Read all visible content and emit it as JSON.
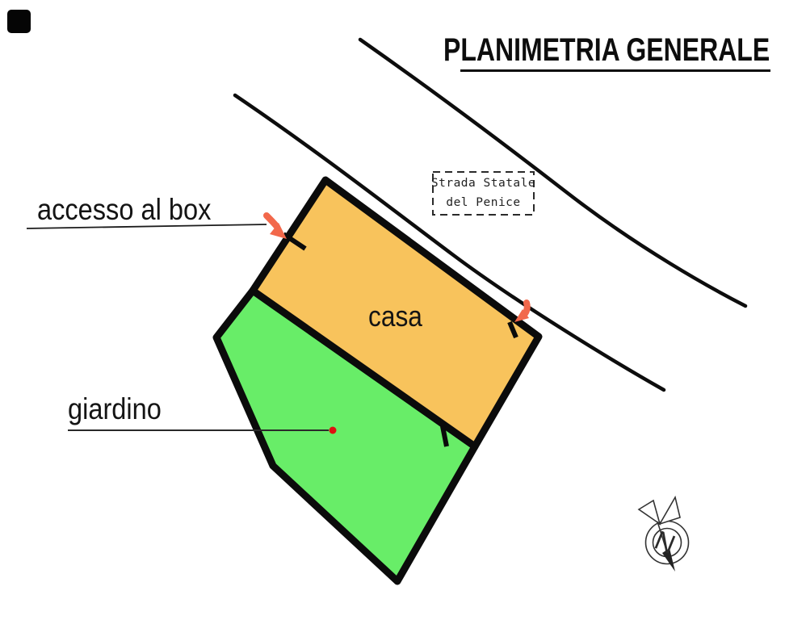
{
  "title": "PLANIMETRIA GENERALE",
  "labels": {
    "accesso": "accesso al box",
    "casa": "casa",
    "giardino": "giardino"
  },
  "road_sign": {
    "line1": "Strada Statale",
    "line2": "del Penice"
  },
  "compass": {
    "north": "N"
  },
  "colors": {
    "house_fill": "#F8C35C",
    "garden_fill": "#68ED68",
    "arrow": "#F2684B",
    "dot": "#DD1111",
    "line": "#0D0D0D"
  }
}
